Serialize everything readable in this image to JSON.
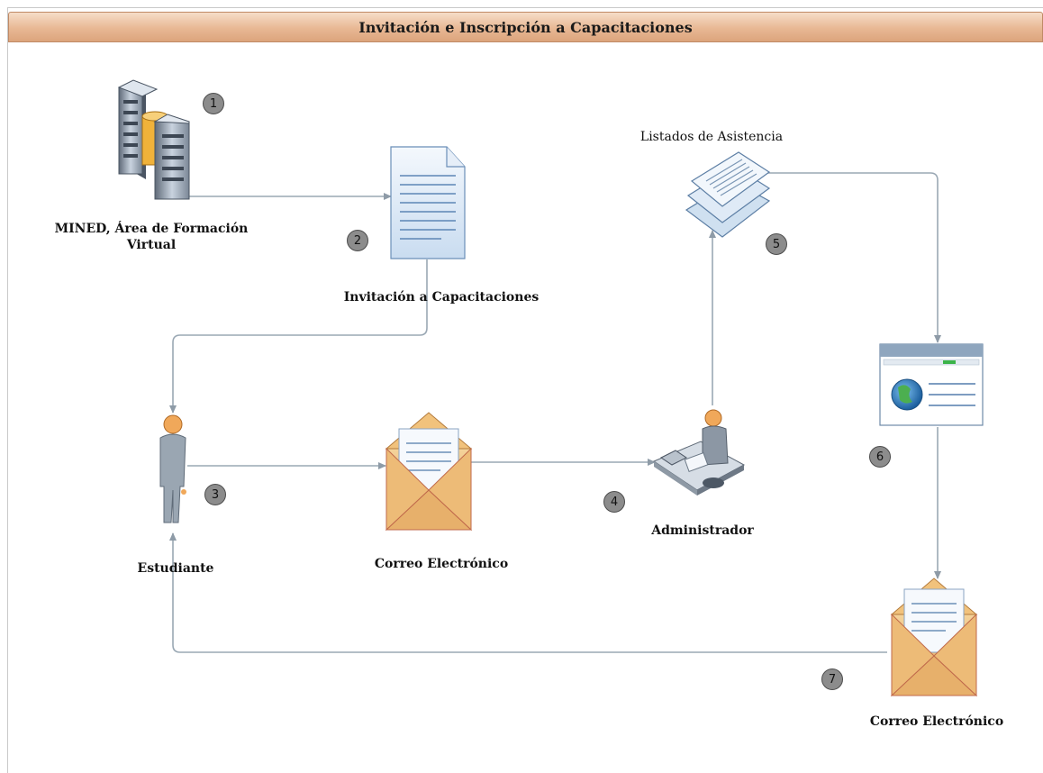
{
  "title": "Invitación e Inscripción a Capacitaciones",
  "nodes": {
    "server": {
      "label_line1": "MINED, Área de Formación",
      "label_line2": "Virtual",
      "icon": "server-icon"
    },
    "invitation": {
      "label": "Invitación a Capacitaciones",
      "icon": "document-icon"
    },
    "student": {
      "label": "Estudiante",
      "icon": "person-icon"
    },
    "email1": {
      "label": "Correo Electrónico",
      "icon": "envelope-icon"
    },
    "admin": {
      "label": "Administrador",
      "icon": "desk-person-icon"
    },
    "attendance": {
      "label": "Listados de Asistencia",
      "icon": "documents-stack-icon"
    },
    "web": {
      "label": "",
      "icon": "web-page-icon"
    },
    "email2": {
      "label": "Correo Electrónico",
      "icon": "envelope-icon"
    }
  },
  "steps": [
    "1",
    "2",
    "3",
    "4",
    "5",
    "6",
    "7"
  ],
  "colors": {
    "title_bg": "#e8b894",
    "connector": "#9aa8b4",
    "badge": "#8c8c8c"
  }
}
